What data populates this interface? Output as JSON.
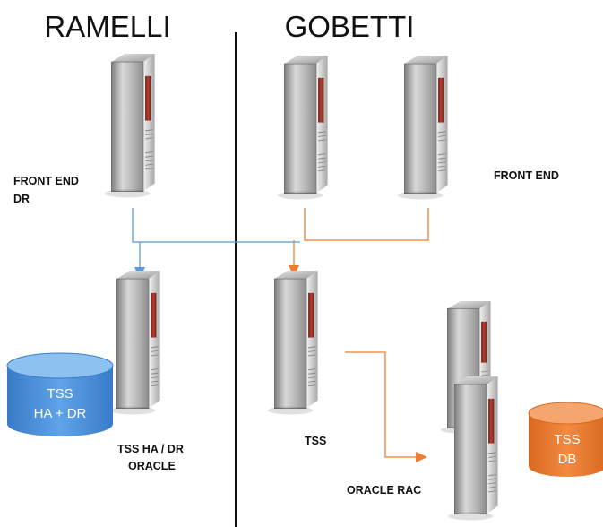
{
  "sites": {
    "left": "RAMELLI",
    "right": "GOBETTI"
  },
  "labels": {
    "front_end_dr_line1": "FRONT END",
    "front_end_dr_line2": "DR",
    "front_end": "FRONT END",
    "tss_ha_dr_line1": "TSS HA / DR",
    "tss_ha_dr_line2": "ORACLE",
    "tss": "TSS",
    "oracle_rac": "ORACLE RAC"
  },
  "databases": {
    "left": {
      "line1": "TSS",
      "line2": "HA + DR",
      "color": "#4a90d9"
    },
    "right": {
      "line1": "TSS",
      "line2": "DB",
      "color": "#ed7d31"
    }
  },
  "connector_colors": {
    "blue": "#5b9bd5",
    "orange": "#ed7d31"
  },
  "server_accent_color": "#a33a2a"
}
